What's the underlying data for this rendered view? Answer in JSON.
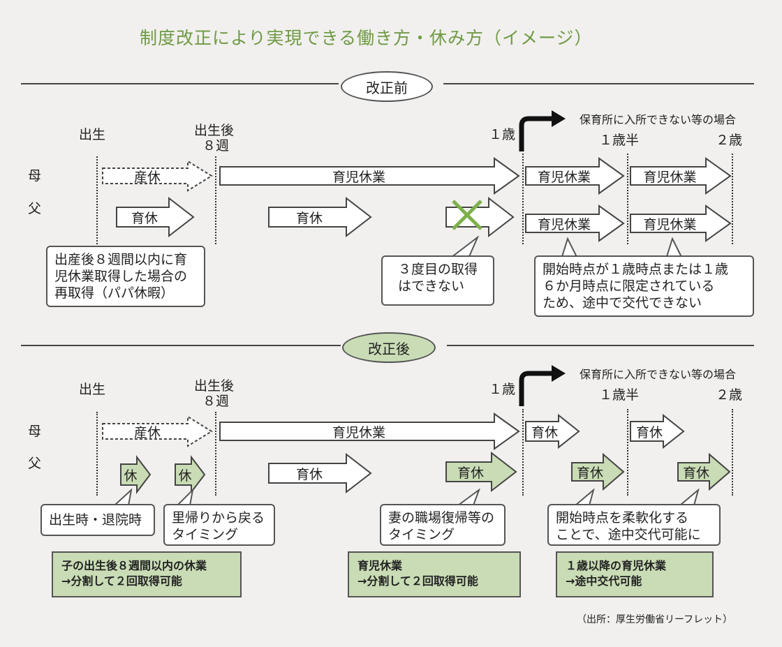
{
  "title": "制度改正により実現できる働き方・休み方（イメージ）",
  "source": "（出所：厚生労働省リーフレット）",
  "before": {
    "heading": "改正前",
    "marks": {
      "birth": "出生",
      "after_birth": "出生後",
      "eight_weeks": "８週",
      "one_year": "１歳",
      "one_half": "１歳半",
      "two_years": "２歳",
      "nursery": "保育所に入所できない等の場合"
    },
    "rows": {
      "mother": "母",
      "father": "父"
    },
    "bars": {
      "maternity": "産休",
      "childcare_long": "育児休業",
      "mother_ext1": "育児休業",
      "mother_ext2": "育児休業",
      "father_ext1": "育児休業",
      "father_ext2": "育児休業",
      "father_leave1": "育休",
      "father_leave2": "育休"
    },
    "callouts": {
      "papa": [
        "出産後８週間以内に育",
        "児休業取得した場合の",
        "再取得（パパ休暇）"
      ],
      "third": [
        "３度目の取得",
        "はできない"
      ],
      "fixed": [
        "開始時点が１歳時点または１歳",
        "６か月時点に限定されている",
        "ため、途中で交代できない"
      ]
    }
  },
  "after": {
    "heading": "改正後",
    "marks": {
      "birth": "出生",
      "after_birth": "出生後",
      "eight_weeks": "８週",
      "one_year": "１歳",
      "one_half": "１歳半",
      "two_years": "２歳",
      "nursery": "保育所に入所できない等の場合"
    },
    "rows": {
      "mother": "母",
      "father": "父"
    },
    "bars": {
      "maternity": "産休",
      "childcare_long": "育児休業",
      "mother_short1": "育休",
      "mother_short2": "育休",
      "father_kyu1": "休",
      "father_kyu2": "休",
      "father_leave": "育休",
      "father_green1": "育休",
      "father_green2": "育休",
      "father_green3": "育休"
    },
    "callouts": {
      "birth_discharge": [
        "出生時・退院時"
      ],
      "homecoming": [
        "里帰りから戻る",
        "タイミング"
      ],
      "wife_return": [
        "妻の職場復帰等の",
        "タイミング"
      ],
      "flexible": [
        "開始時点を柔軟化する",
        "ことで、途中交代可能に"
      ]
    },
    "summaries": {
      "split8": [
        "子の出生後８週間以内の休業",
        "→分割して２回取得可能"
      ],
      "split": [
        "育児休業",
        "→分割して２回取得可能"
      ],
      "swap": [
        "１歳以降の育児休業",
        "→途中交代可能"
      ]
    }
  },
  "colors": {
    "green_fill": "#c9dcb5",
    "title_green": "#6f9a45",
    "outline": "#555555"
  }
}
